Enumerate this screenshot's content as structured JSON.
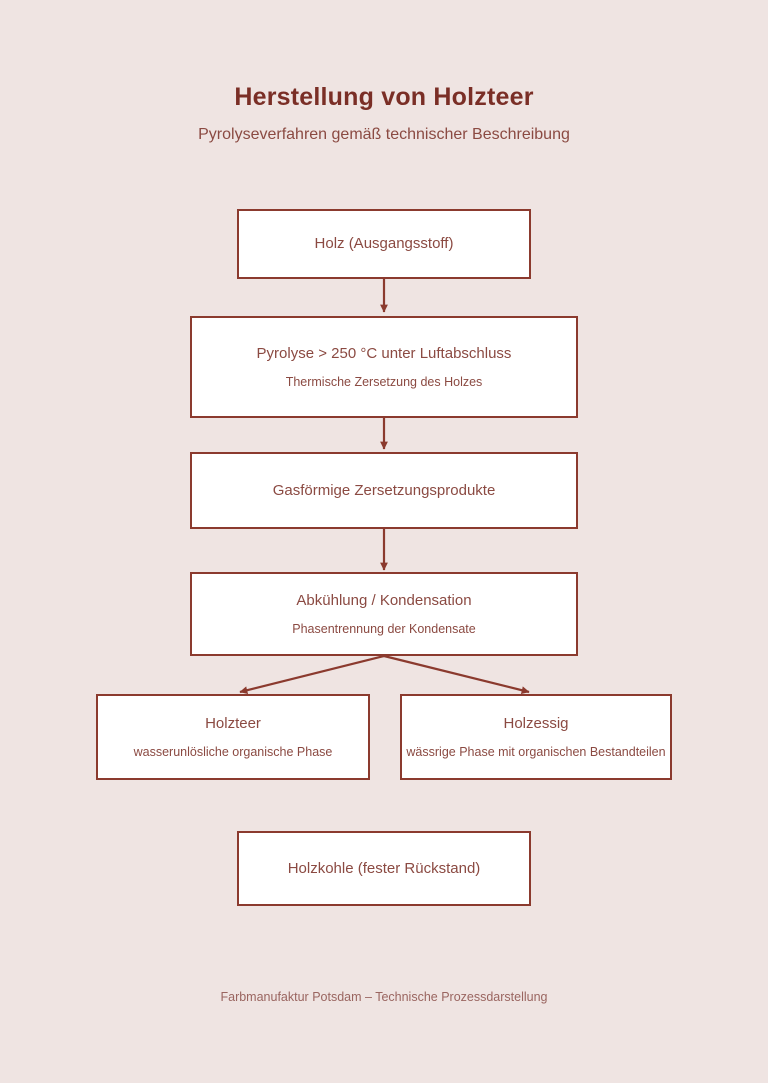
{
  "header": {
    "title": "Herstellung von Holzteer",
    "subtitle": "Pyrolyseverfahren gemäß technischer Beschreibung"
  },
  "colors": {
    "background": "#efe4e2",
    "node_fill": "#ffffff",
    "node_border": "#8b3a2e",
    "title_text": "#7a2e26",
    "body_text": "#8b4a42",
    "footer_text": "#9a6560",
    "connector": "#8b3a2e"
  },
  "diagram": {
    "type": "flowchart",
    "orientation": "top-to-bottom",
    "nodes": [
      {
        "id": "holz",
        "title": "Holz (Ausgangsstoff)",
        "subtitle": ""
      },
      {
        "id": "pyrolyse",
        "title": "Pyrolyse > 250 °C unter Luftabschluss",
        "subtitle": "Thermische Zersetzung des Holzes"
      },
      {
        "id": "gase",
        "title": "Gasförmige Zersetzungsprodukte",
        "subtitle": ""
      },
      {
        "id": "kondensation",
        "title": "Abkühlung / Kondensation",
        "subtitle": "Phasentrennung der Kondensate"
      },
      {
        "id": "holzteer",
        "title": "Holzteer",
        "subtitle": "wasserunlösliche organische Phase"
      },
      {
        "id": "holzessig",
        "title": "Holzessig",
        "subtitle": "wässrige Phase mit organischen Bestandteilen"
      },
      {
        "id": "holzkohle",
        "title": "Holzkohle (fester Rückstand)",
        "subtitle": ""
      }
    ],
    "edges": [
      {
        "from": "holz",
        "to": "pyrolyse",
        "style": "straight-down-arrow"
      },
      {
        "from": "pyrolyse",
        "to": "gase",
        "style": "straight-down-arrow"
      },
      {
        "from": "gase",
        "to": "kondensation",
        "style": "straight-down-arrow"
      },
      {
        "from": "kondensation",
        "to": "holzteer",
        "style": "diagonal-left-arrow"
      },
      {
        "from": "kondensation",
        "to": "holzessig",
        "style": "diagonal-right-arrow"
      }
    ]
  },
  "footer": {
    "text": "Farbmanufaktur Potsdam – Technische Prozessdarstellung"
  }
}
